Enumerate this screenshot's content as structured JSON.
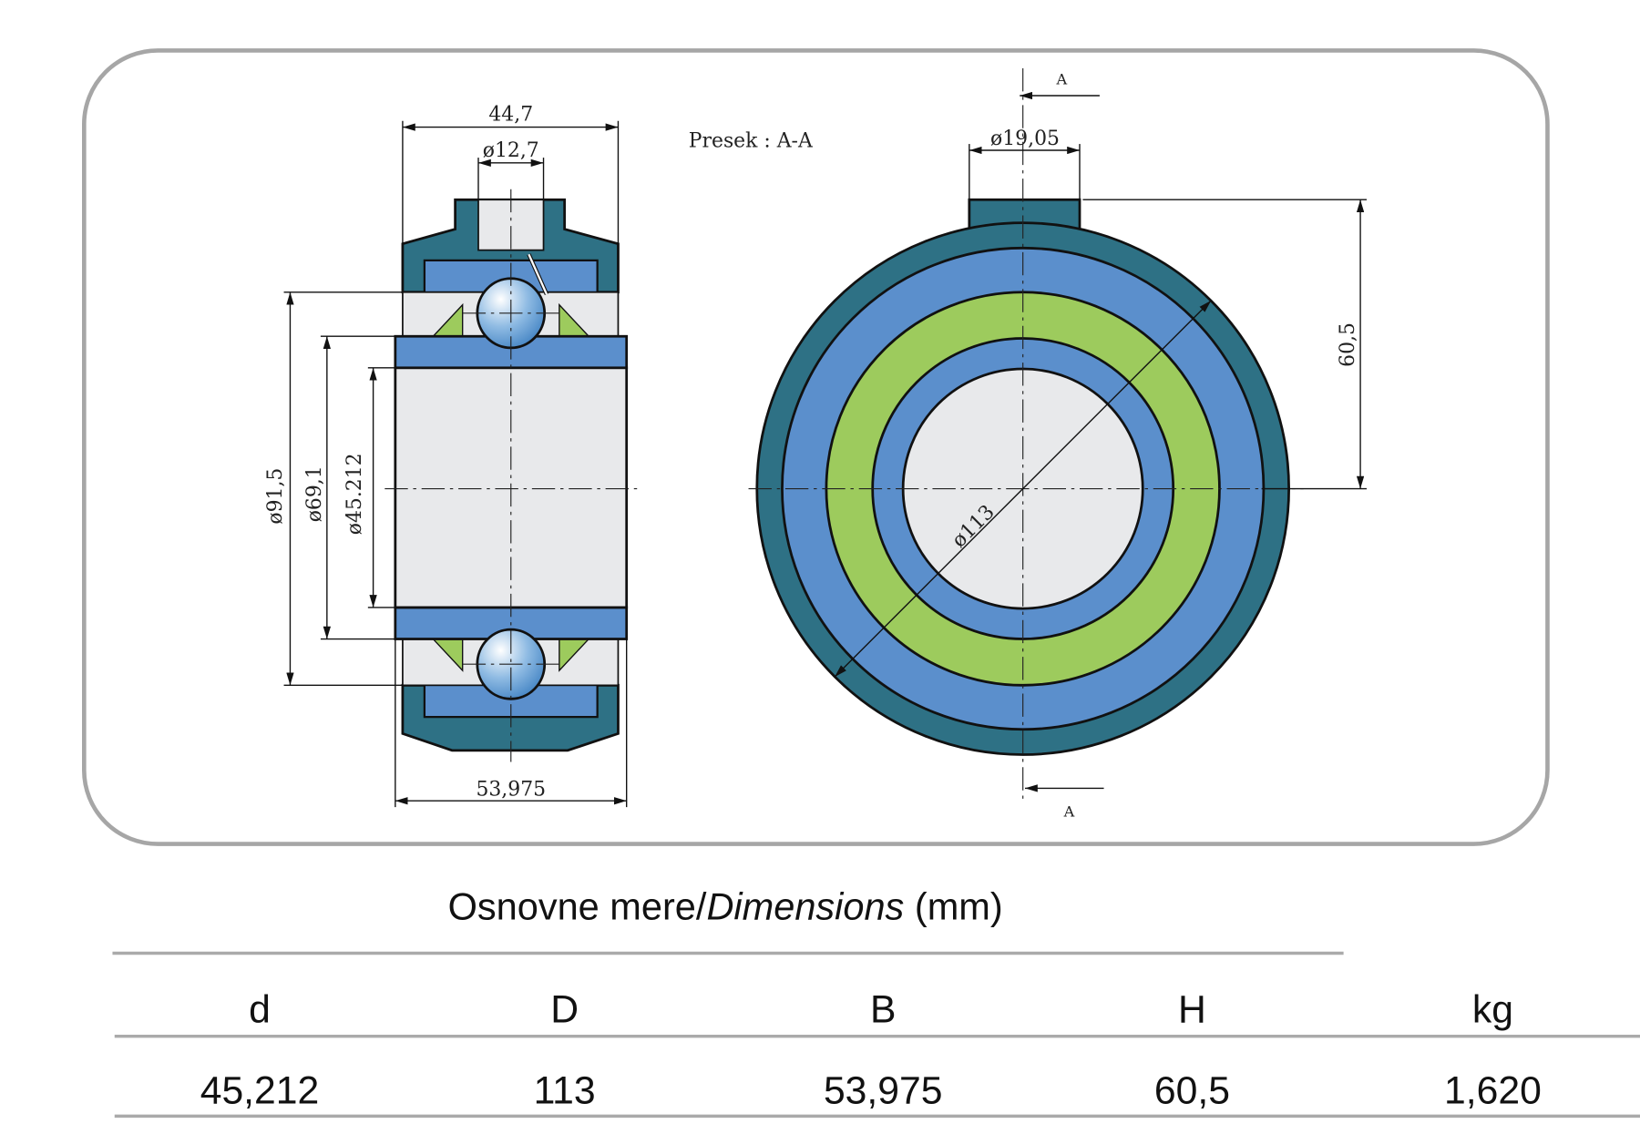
{
  "drawing": {
    "section_label": "Presek : A-A",
    "section_marker": "A",
    "dims": {
      "width_top": "44,7",
      "hole": "ø12,7",
      "width_bottom": "53,975",
      "d1": "ø91,5",
      "d2": "ø69,1",
      "d3": "ø45.212",
      "boss": "ø19,05",
      "height": "60,5",
      "outer": "ø113"
    }
  },
  "table": {
    "title_regular": "Osnovne mere/",
    "title_italic": "Dimensions",
    "title_unit": " (mm)",
    "headers": [
      "d",
      "D",
      "B",
      "H",
      "kg"
    ],
    "values": [
      "45,212",
      "113",
      "53,975",
      "60,5",
      "1,620"
    ]
  },
  "colors": {
    "dark_teal": "#2e7185",
    "blue": "#5b8fcc",
    "green": "#9dcb5d",
    "bore": "#e8e9eb",
    "frame": "#a6a6a6"
  }
}
